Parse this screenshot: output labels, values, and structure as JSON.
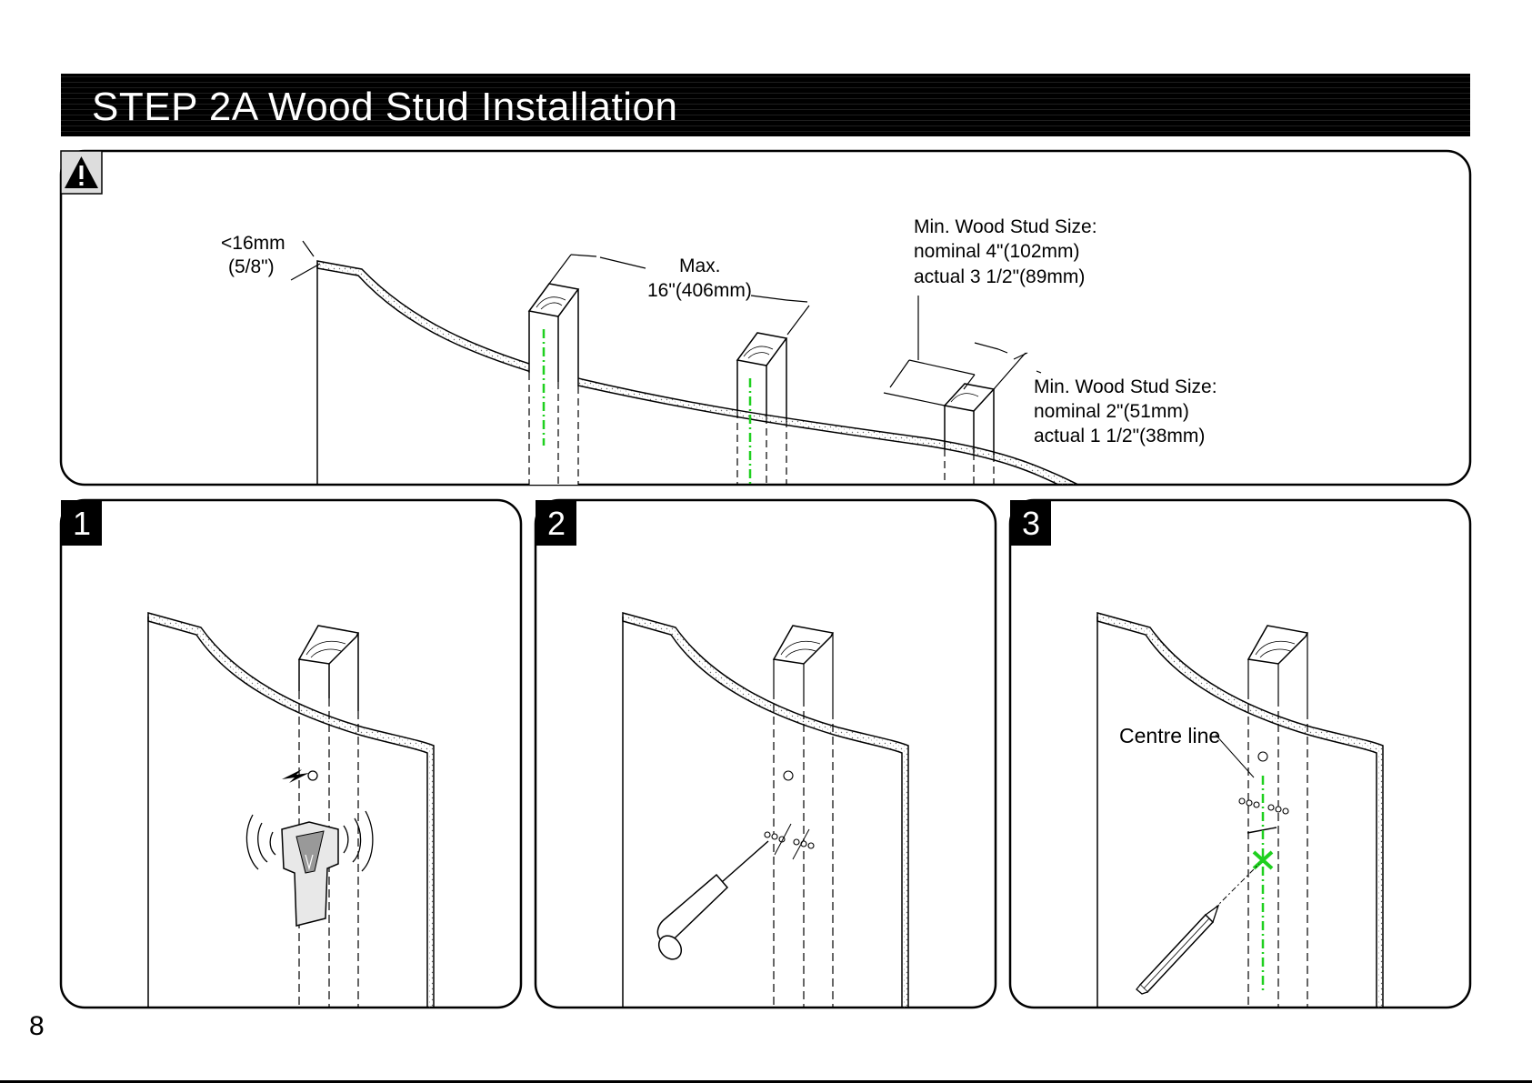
{
  "header": {
    "title": "STEP 2A  Wood Stud Installation"
  },
  "warning_panel": {
    "warning_icon": "warning-triangle-icon",
    "thickness_label_line1": "<16mm",
    "thickness_label_line2": "(5/8\")",
    "spacing_label_line1": "Max.",
    "spacing_label_line2": "16\"(406mm)",
    "wide_stud": {
      "line1": "Min. Wood Stud Size:",
      "line2": "nominal 4\"(102mm)",
      "line3": "actual 3 1/2\"(89mm)"
    },
    "narrow_stud": {
      "line1": "Min. Wood Stud Size:",
      "line2": "nominal 2\"(51mm)",
      "line3": "actual 1 1/2\"(38mm)"
    }
  },
  "steps": [
    {
      "number": "1"
    },
    {
      "number": "2"
    },
    {
      "number": "3",
      "centre_line_label": "Centre line"
    }
  ],
  "footer": {
    "page_number": "8"
  },
  "colors": {
    "accent_green": "#1fd01f",
    "title_bar": "#000000"
  }
}
